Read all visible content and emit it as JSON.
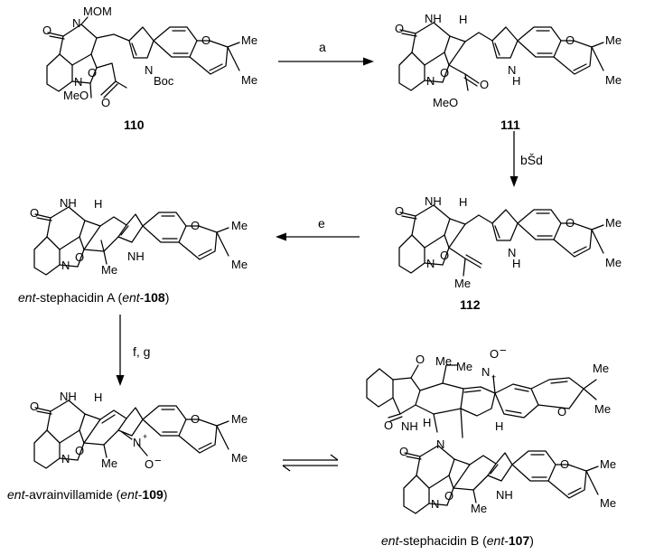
{
  "atoms": {
    "mom": "MOM",
    "me": "Me",
    "o": "O",
    "n": "N",
    "nh": "NH",
    "h": "H",
    "boc": "Boc",
    "meo": "MeO",
    "o_minus": "O",
    "minus": "−",
    "plus": "+"
  },
  "compounds": {
    "c110": "110",
    "c111": "111",
    "c112": "112",
    "ent_a_prefix": "ent",
    "ent_a_mid": "-stephacidin A (",
    "ent_a_prefix2": "ent",
    "ent_a_dash": "-",
    "ent_a_num": "108",
    "ent_a_close": ")",
    "ent_av_prefix": "ent",
    "ent_av_mid": "-avrainvillamide (",
    "ent_av_prefix2": "ent",
    "ent_av_dash": "-",
    "ent_av_num": "109",
    "ent_av_close": ")",
    "ent_b_prefix": "ent",
    "ent_b_mid": "-stephacidin B (",
    "ent_b_prefix2": "ent",
    "ent_b_dash": "-",
    "ent_b_num": "107",
    "ent_b_close": ")"
  },
  "reagents": {
    "a": "a",
    "bd": "bŠd",
    "e": "e",
    "fg": "f, g"
  }
}
